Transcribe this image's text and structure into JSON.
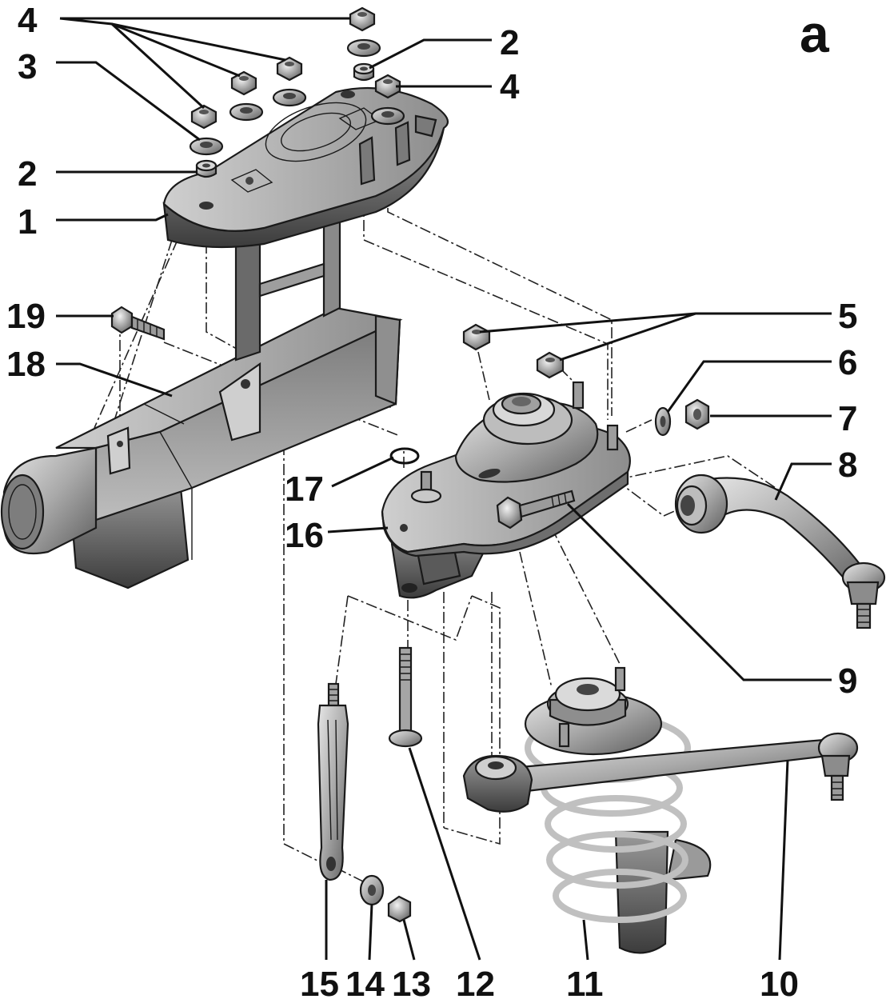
{
  "figure": {
    "view_letter": "а",
    "callouts": {
      "c1": "1",
      "c2a": "2",
      "c2b": "2",
      "c3": "3",
      "c4a": "4",
      "c4b": "4",
      "c5": "5",
      "c6": "6",
      "c7": "7",
      "c8": "8",
      "c9": "9",
      "c10": "10",
      "c11": "11",
      "c12": "12",
      "c13": "13",
      "c14": "14",
      "c15": "15",
      "c16": "16",
      "c17": "17",
      "c18": "18",
      "c19": "19"
    }
  }
}
